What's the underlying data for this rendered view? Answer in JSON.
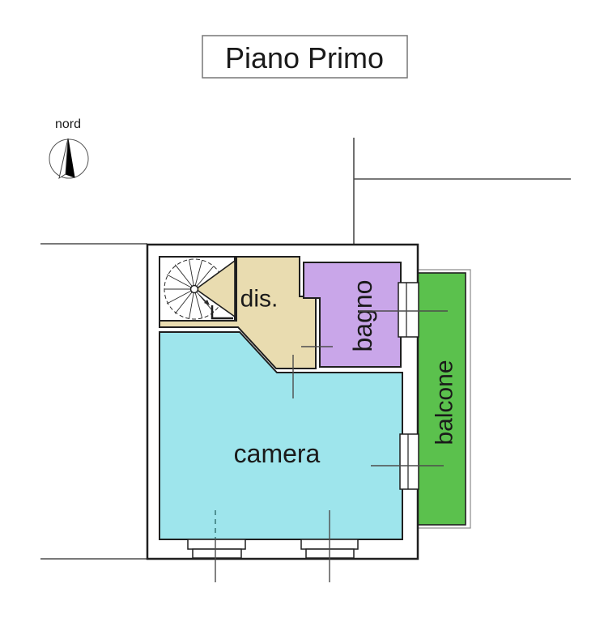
{
  "header": {
    "title": "Piano Primo"
  },
  "compass": {
    "label": "nord"
  },
  "floor_plan": {
    "rooms": {
      "dis": {
        "label": "dis.",
        "color": "#e9dcb0"
      },
      "bagno": {
        "label": "bagno",
        "color": "#c9a6e9"
      },
      "camera": {
        "label": "camera",
        "color": "#9ee5ec"
      },
      "balcone": {
        "label": "balcone",
        "color": "#5bc14d"
      }
    },
    "colors": {
      "wall_stroke": "#1f1f1f",
      "structural_line": "#4d4d4d",
      "stair_detail": "#2b2b2b",
      "balcone_outline": "#8a8a8a",
      "dash_line": "#2f6f6f"
    }
  }
}
